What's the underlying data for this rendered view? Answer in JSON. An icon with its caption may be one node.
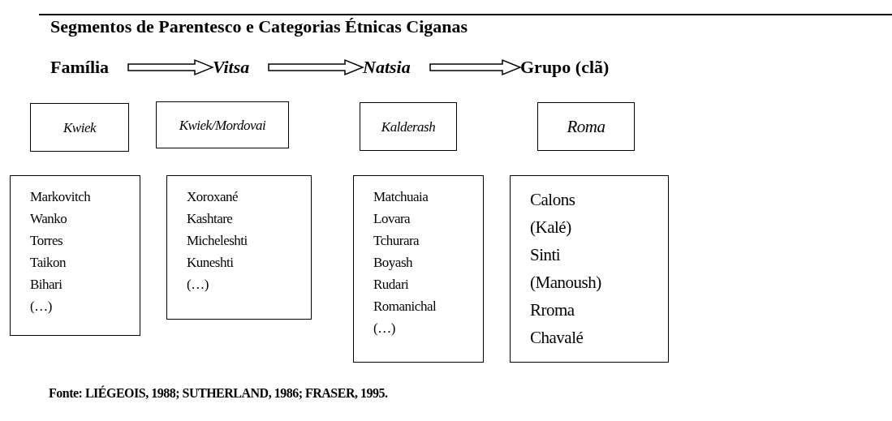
{
  "diagram": {
    "title": "Segmentos de Parentesco e Categorias Étnicas Ciganas",
    "caption": "Fonte: LIÉGEOIS, 1988; SUTHERLAND, 1986; FRASER, 1995.",
    "nodes": [
      {
        "text": [
          "Família"
        ]
      },
      {
        "text": [
          "Vitsa"
        ]
      },
      {
        "text": [
          "Natsia"
        ]
      },
      {
        "text": [
          "Grupo (clã)"
        ]
      },
      {
        "text": [
          "Kwiek"
        ]
      },
      {
        "text": [
          "Kwiek/Mordovai"
        ]
      },
      {
        "text": [
          "Kalderash"
        ]
      },
      {
        "text": [
          "Roma"
        ]
      },
      {
        "text": [
          "Markovitch",
          "Wanko",
          "Torres",
          "Taikon",
          "Bihari",
          "(…)"
        ]
      },
      {
        "text": [
          "Xoroxané",
          "Kashtare",
          "Micheleshti",
          "Kuneshti",
          "(…)"
        ]
      },
      {
        "text": [
          "Matchuaia",
          "Lovara",
          "Tchurara",
          "Boyash",
          "Rudari",
          "Romanichal",
          "(…)"
        ]
      },
      {
        "text": [
          "Calons",
          "(Kalé)",
          "Sinti",
          "(Manoush)",
          "Rroma",
          "Chavalé"
        ]
      }
    ],
    "edges": [
      {
        "from": 0,
        "to": 1,
        "arrow": "to"
      },
      {
        "from": 1,
        "to": 2,
        "arrow": "to"
      },
      {
        "from": 2,
        "to": 3,
        "arrow": "to"
      }
    ]
  }
}
